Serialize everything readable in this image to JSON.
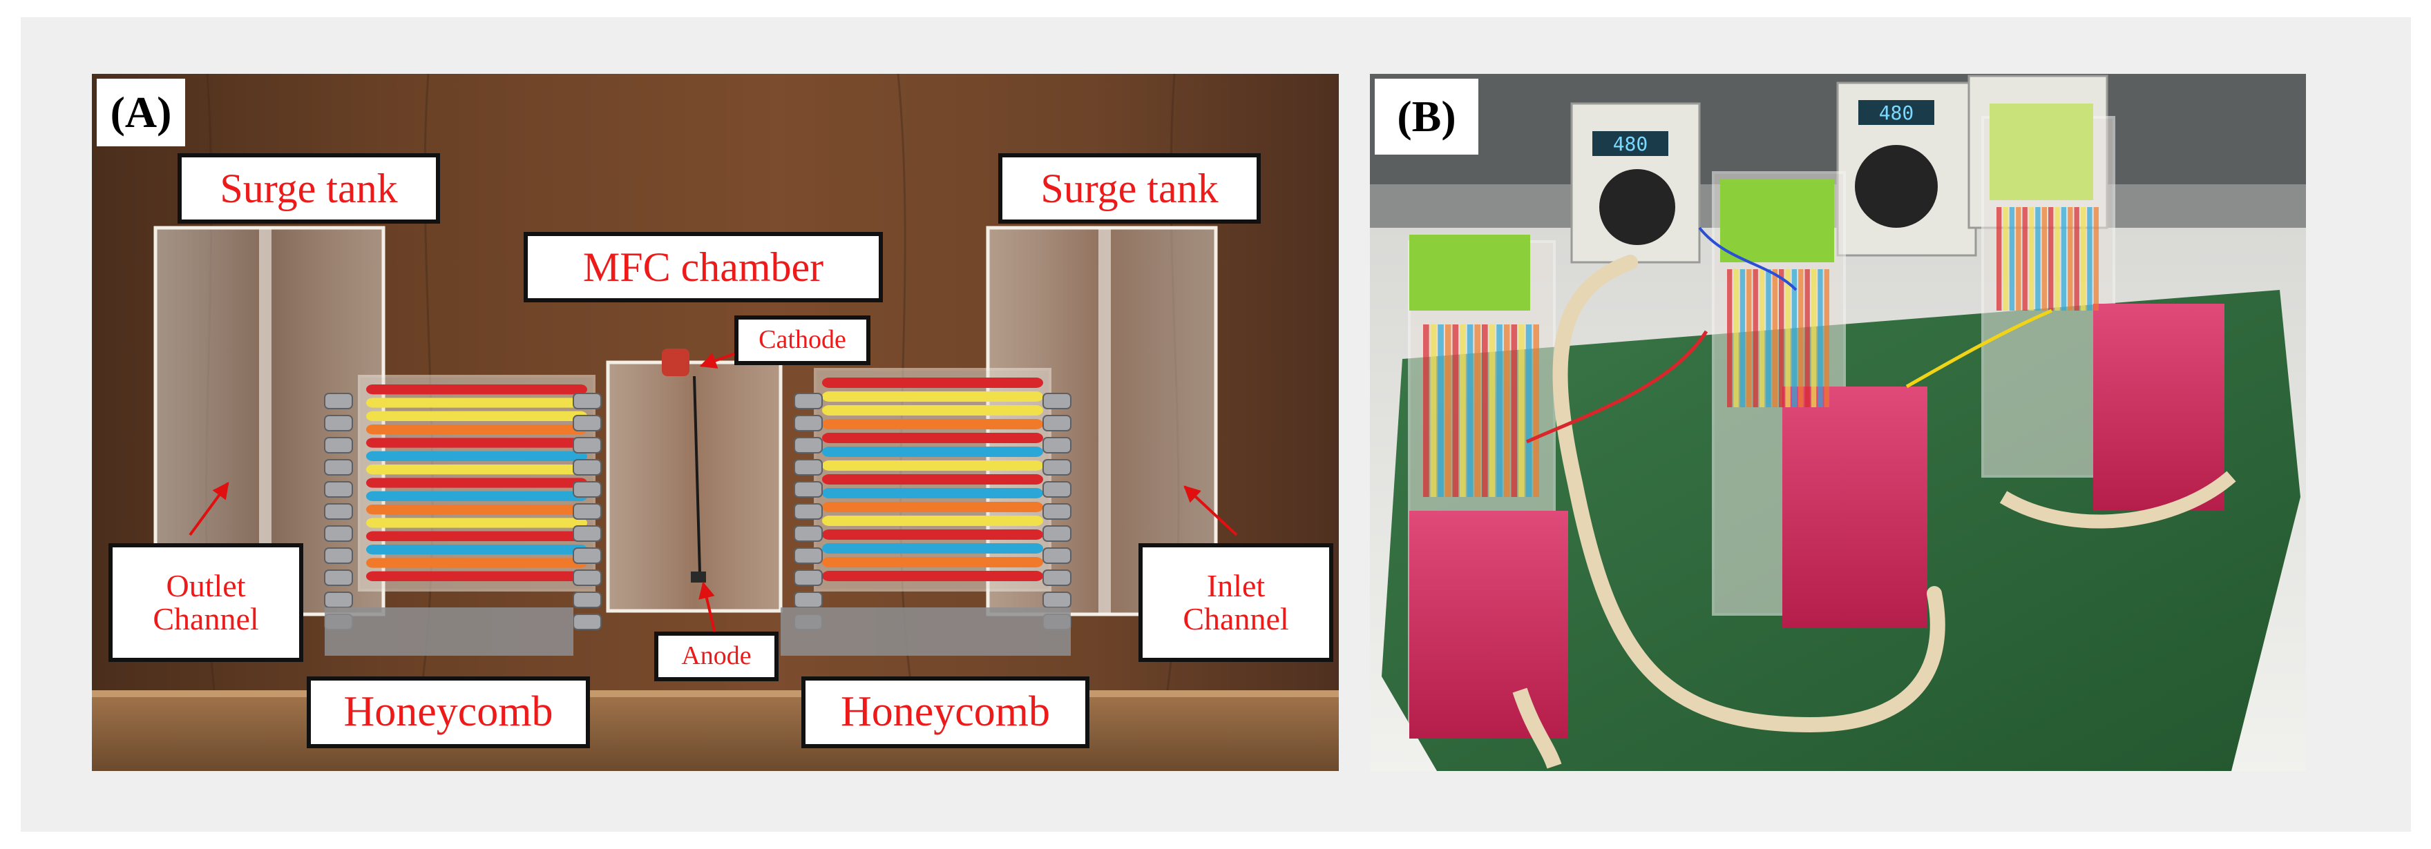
{
  "figure": {
    "panel_a": {
      "tag": "(A)",
      "labels": {
        "surge_tank_left": "Surge tank",
        "surge_tank_right": "Surge tank",
        "mfc_chamber": "MFC chamber",
        "cathode": "Cathode",
        "anode": "Anode",
        "outlet_channel_line1": "Outlet",
        "outlet_channel_line2": "Channel",
        "inlet_channel_line1": "Inlet",
        "inlet_channel_line2": "Channel",
        "honeycomb_left": "Honeycomb",
        "honeycomb_right": "Honeycomb"
      }
    },
    "panel_b": {
      "tag": "(B)",
      "pump_display_1": "480",
      "pump_display_2": "480"
    },
    "colors": {
      "label_text": "#ee1a1a",
      "label_border": "#111111",
      "annotation_arrow": "#e01010",
      "tube_red": "#d8262b",
      "tube_yellow": "#f1e04a",
      "tube_blue": "#2aa7d6",
      "tube_orange": "#f07a2a",
      "tray_green": "#2e6a3c"
    }
  }
}
